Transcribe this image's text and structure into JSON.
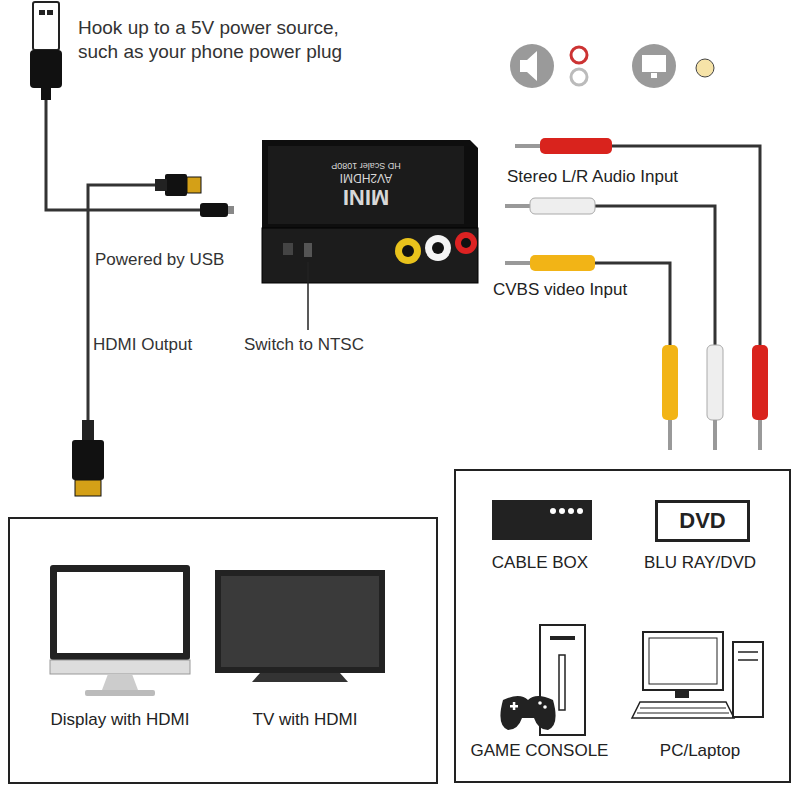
{
  "diagram": {
    "nodes": [
      {
        "text": [
          "MINI",
          "AV2HDMI",
          "HD Scaler 1080P"
        ]
      },
      {
        "text": [
          "DVD"
        ]
      }
    ],
    "labels": [
      "Hook up to a 5V power source, such as your phone power plug",
      "Powered by USB",
      "HDMI Output",
      "Switch to NTSC",
      "Stereo L/R Audio Input",
      "CVBS video Input",
      "Display with HDMI",
      "TV with HDMI",
      "CABLE BOX",
      "BLU RAY/DVD",
      "GAME CONSOLE",
      "PC/Laptop"
    ]
  }
}
